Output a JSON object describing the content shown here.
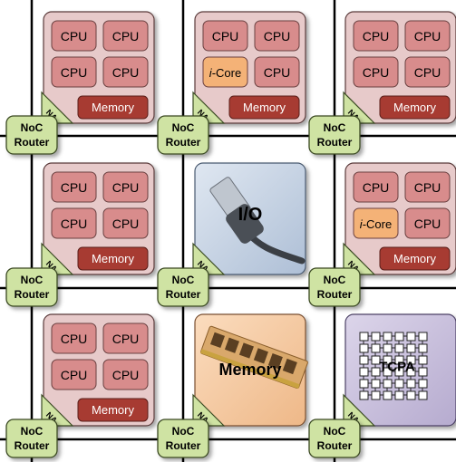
{
  "labels": {
    "cpu": "CPU",
    "icore_prefix": "i",
    "icore_suffix": "-Core",
    "memory": "Memory",
    "na": "NA",
    "router_line1": "NoC",
    "router_line2": "Router",
    "io": "I/O",
    "memory_tile": "Memory",
    "tcpa": "TCPA"
  },
  "tiles": [
    {
      "type": "compute",
      "cores": [
        "cpu",
        "cpu",
        "cpu",
        "cpu"
      ]
    },
    {
      "type": "compute",
      "cores": [
        "cpu",
        "cpu",
        "icore",
        "cpu"
      ]
    },
    {
      "type": "compute",
      "cores": [
        "cpu",
        "cpu",
        "cpu",
        "cpu"
      ]
    },
    {
      "type": "compute",
      "cores": [
        "cpu",
        "cpu",
        "cpu",
        "cpu"
      ]
    },
    {
      "type": "io"
    },
    {
      "type": "compute",
      "cores": [
        "cpu",
        "cpu",
        "icore",
        "cpu"
      ]
    },
    {
      "type": "compute",
      "cores": [
        "cpu",
        "cpu",
        "cpu",
        "cpu"
      ]
    },
    {
      "type": "memory"
    },
    {
      "type": "tcpa"
    }
  ],
  "colors": {
    "tile_fill": "#e7caca",
    "tile_stroke": "#5a3a3a",
    "cpu_fill": "#d88c8c",
    "icore_fill": "#f4b277",
    "memory_fill": "#a73b32",
    "na_fill": "#cfe3a3",
    "router_fill": "#cfe3a3",
    "io_fill": "#c3d0e3",
    "memory_tile_fill": "#f3c7a0",
    "tcpa_fill": "#c8bfdc"
  }
}
